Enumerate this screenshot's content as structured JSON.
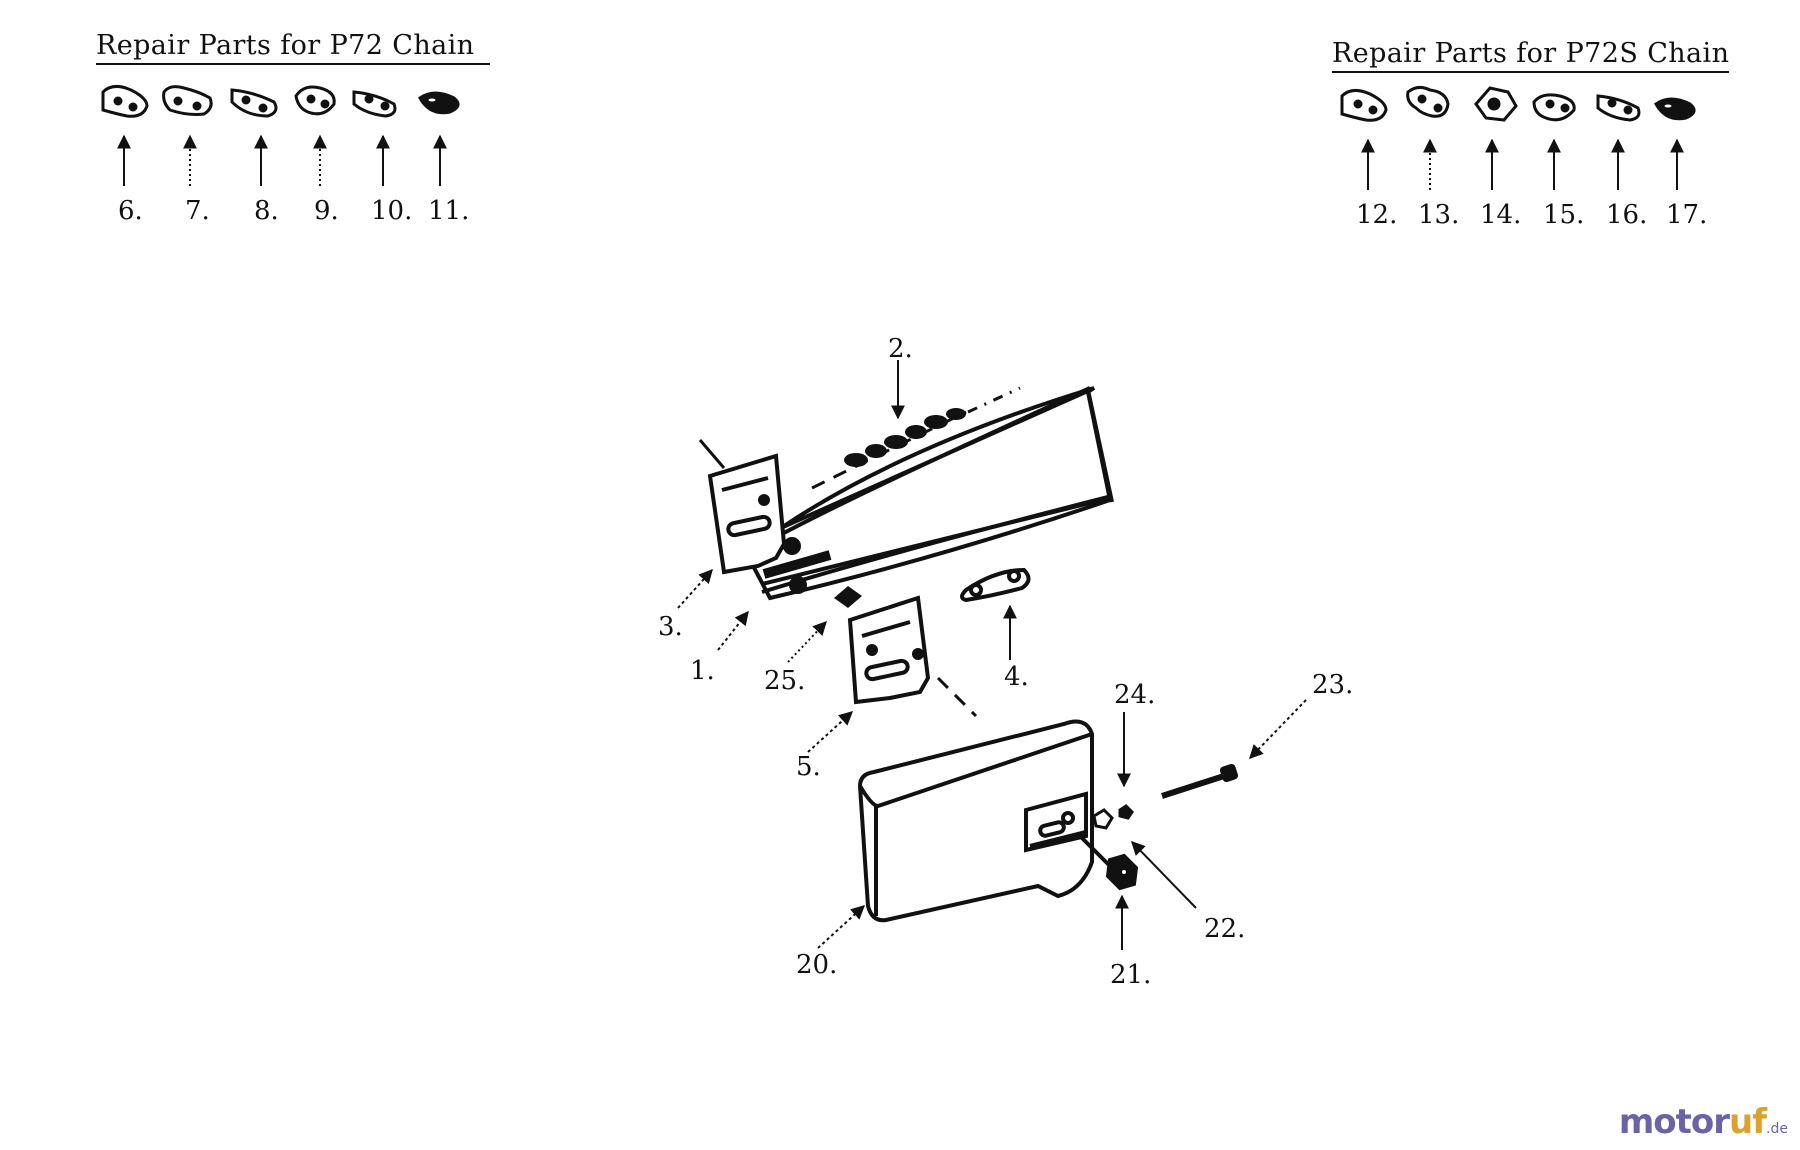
{
  "sections": {
    "p72": {
      "title": "Repair Parts for P72 Chain",
      "parts": [
        {
          "ref": "6.",
          "icon": "cutter-link-icon"
        },
        {
          "ref": "7.",
          "icon": "cutter-link-icon"
        },
        {
          "ref": "8.",
          "icon": "drive-link-icon"
        },
        {
          "ref": "9.",
          "icon": "tie-strap-icon"
        },
        {
          "ref": "10.",
          "icon": "drive-link-icon"
        },
        {
          "ref": "11.",
          "icon": "rivet-link-icon"
        }
      ]
    },
    "p72s": {
      "title": "Repair Parts for P72S Chain",
      "parts": [
        {
          "ref": "12.",
          "icon": "cutter-link-icon"
        },
        {
          "ref": "13.",
          "icon": "cutter-link-icon"
        },
        {
          "ref": "14.",
          "icon": "drive-link-icon"
        },
        {
          "ref": "15.",
          "icon": "tie-strap-icon"
        },
        {
          "ref": "16.",
          "icon": "drive-link-icon"
        },
        {
          "ref": "17.",
          "icon": "rivet-link-icon"
        }
      ]
    }
  },
  "callouts": [
    {
      "ref": "1.",
      "part": "guide-bar"
    },
    {
      "ref": "2.",
      "part": "saw-chain"
    },
    {
      "ref": "3.",
      "part": "inner-bar-plate"
    },
    {
      "ref": "4.",
      "part": "connecting-link"
    },
    {
      "ref": "5.",
      "part": "outer-bar-plate"
    },
    {
      "ref": "20.",
      "part": "sprocket-cover"
    },
    {
      "ref": "21.",
      "part": "bar-nut"
    },
    {
      "ref": "22.",
      "part": "adjuster-nut"
    },
    {
      "ref": "23.",
      "part": "adjusting-screw"
    },
    {
      "ref": "24.",
      "part": "washer"
    },
    {
      "ref": "25.",
      "part": "bar-adjuster-pin"
    }
  ],
  "watermark": {
    "part1": "motor",
    "part2": "uf",
    "suffix": ".de"
  }
}
